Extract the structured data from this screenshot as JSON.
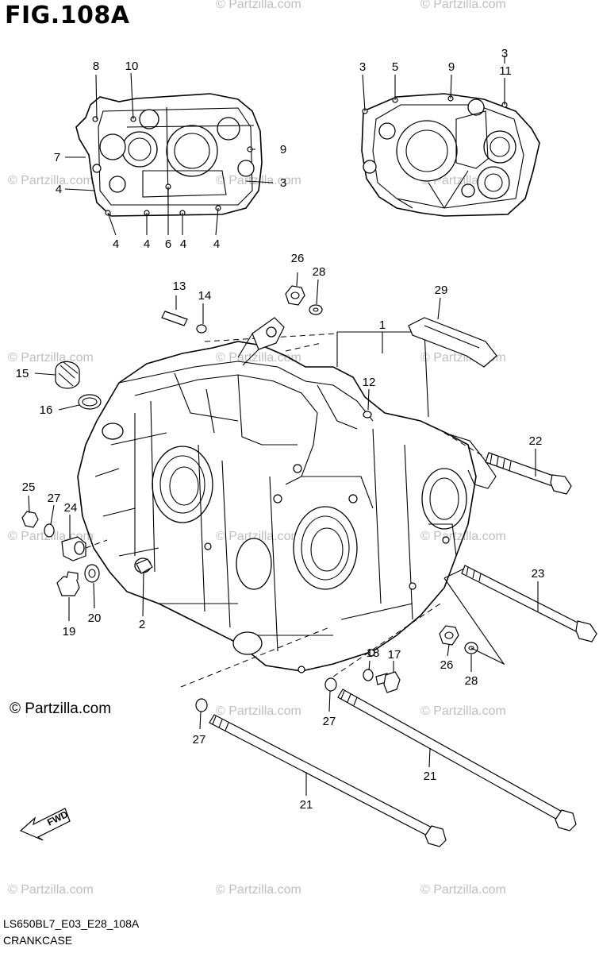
{
  "figure": {
    "title": "FIG.108A",
    "diagram_code": "LS650BL7_E03_E28_108A",
    "diagram_name": "CRANKCASE",
    "copyright": "© Partzilla.com",
    "fwd_label": "FWD"
  },
  "watermark": "© Partzilla.com",
  "callouts": {
    "c1": "1",
    "c2": "2",
    "c3a": "3",
    "c3b": "3",
    "c3c": "3",
    "c4a": "4",
    "c4b": "4",
    "c4c": "4",
    "c4d": "4",
    "c4e": "4",
    "c5": "5",
    "c6": "6",
    "c7": "7",
    "c8": "8",
    "c9a": "9",
    "c9b": "9",
    "c10": "10",
    "c11": "11",
    "c12": "12",
    "c13": "13",
    "c14": "14",
    "c15": "15",
    "c16": "16",
    "c17": "17",
    "c18": "18",
    "c19": "19",
    "c20": "20",
    "c21a": "21",
    "c21b": "21",
    "c22": "22",
    "c23": "23",
    "c24": "24",
    "c25": "25",
    "c26a": "26",
    "c26b": "26",
    "c27a": "27",
    "c27b": "27",
    "c27c": "27",
    "c28a": "28",
    "c28b": "28",
    "c29": "29"
  }
}
